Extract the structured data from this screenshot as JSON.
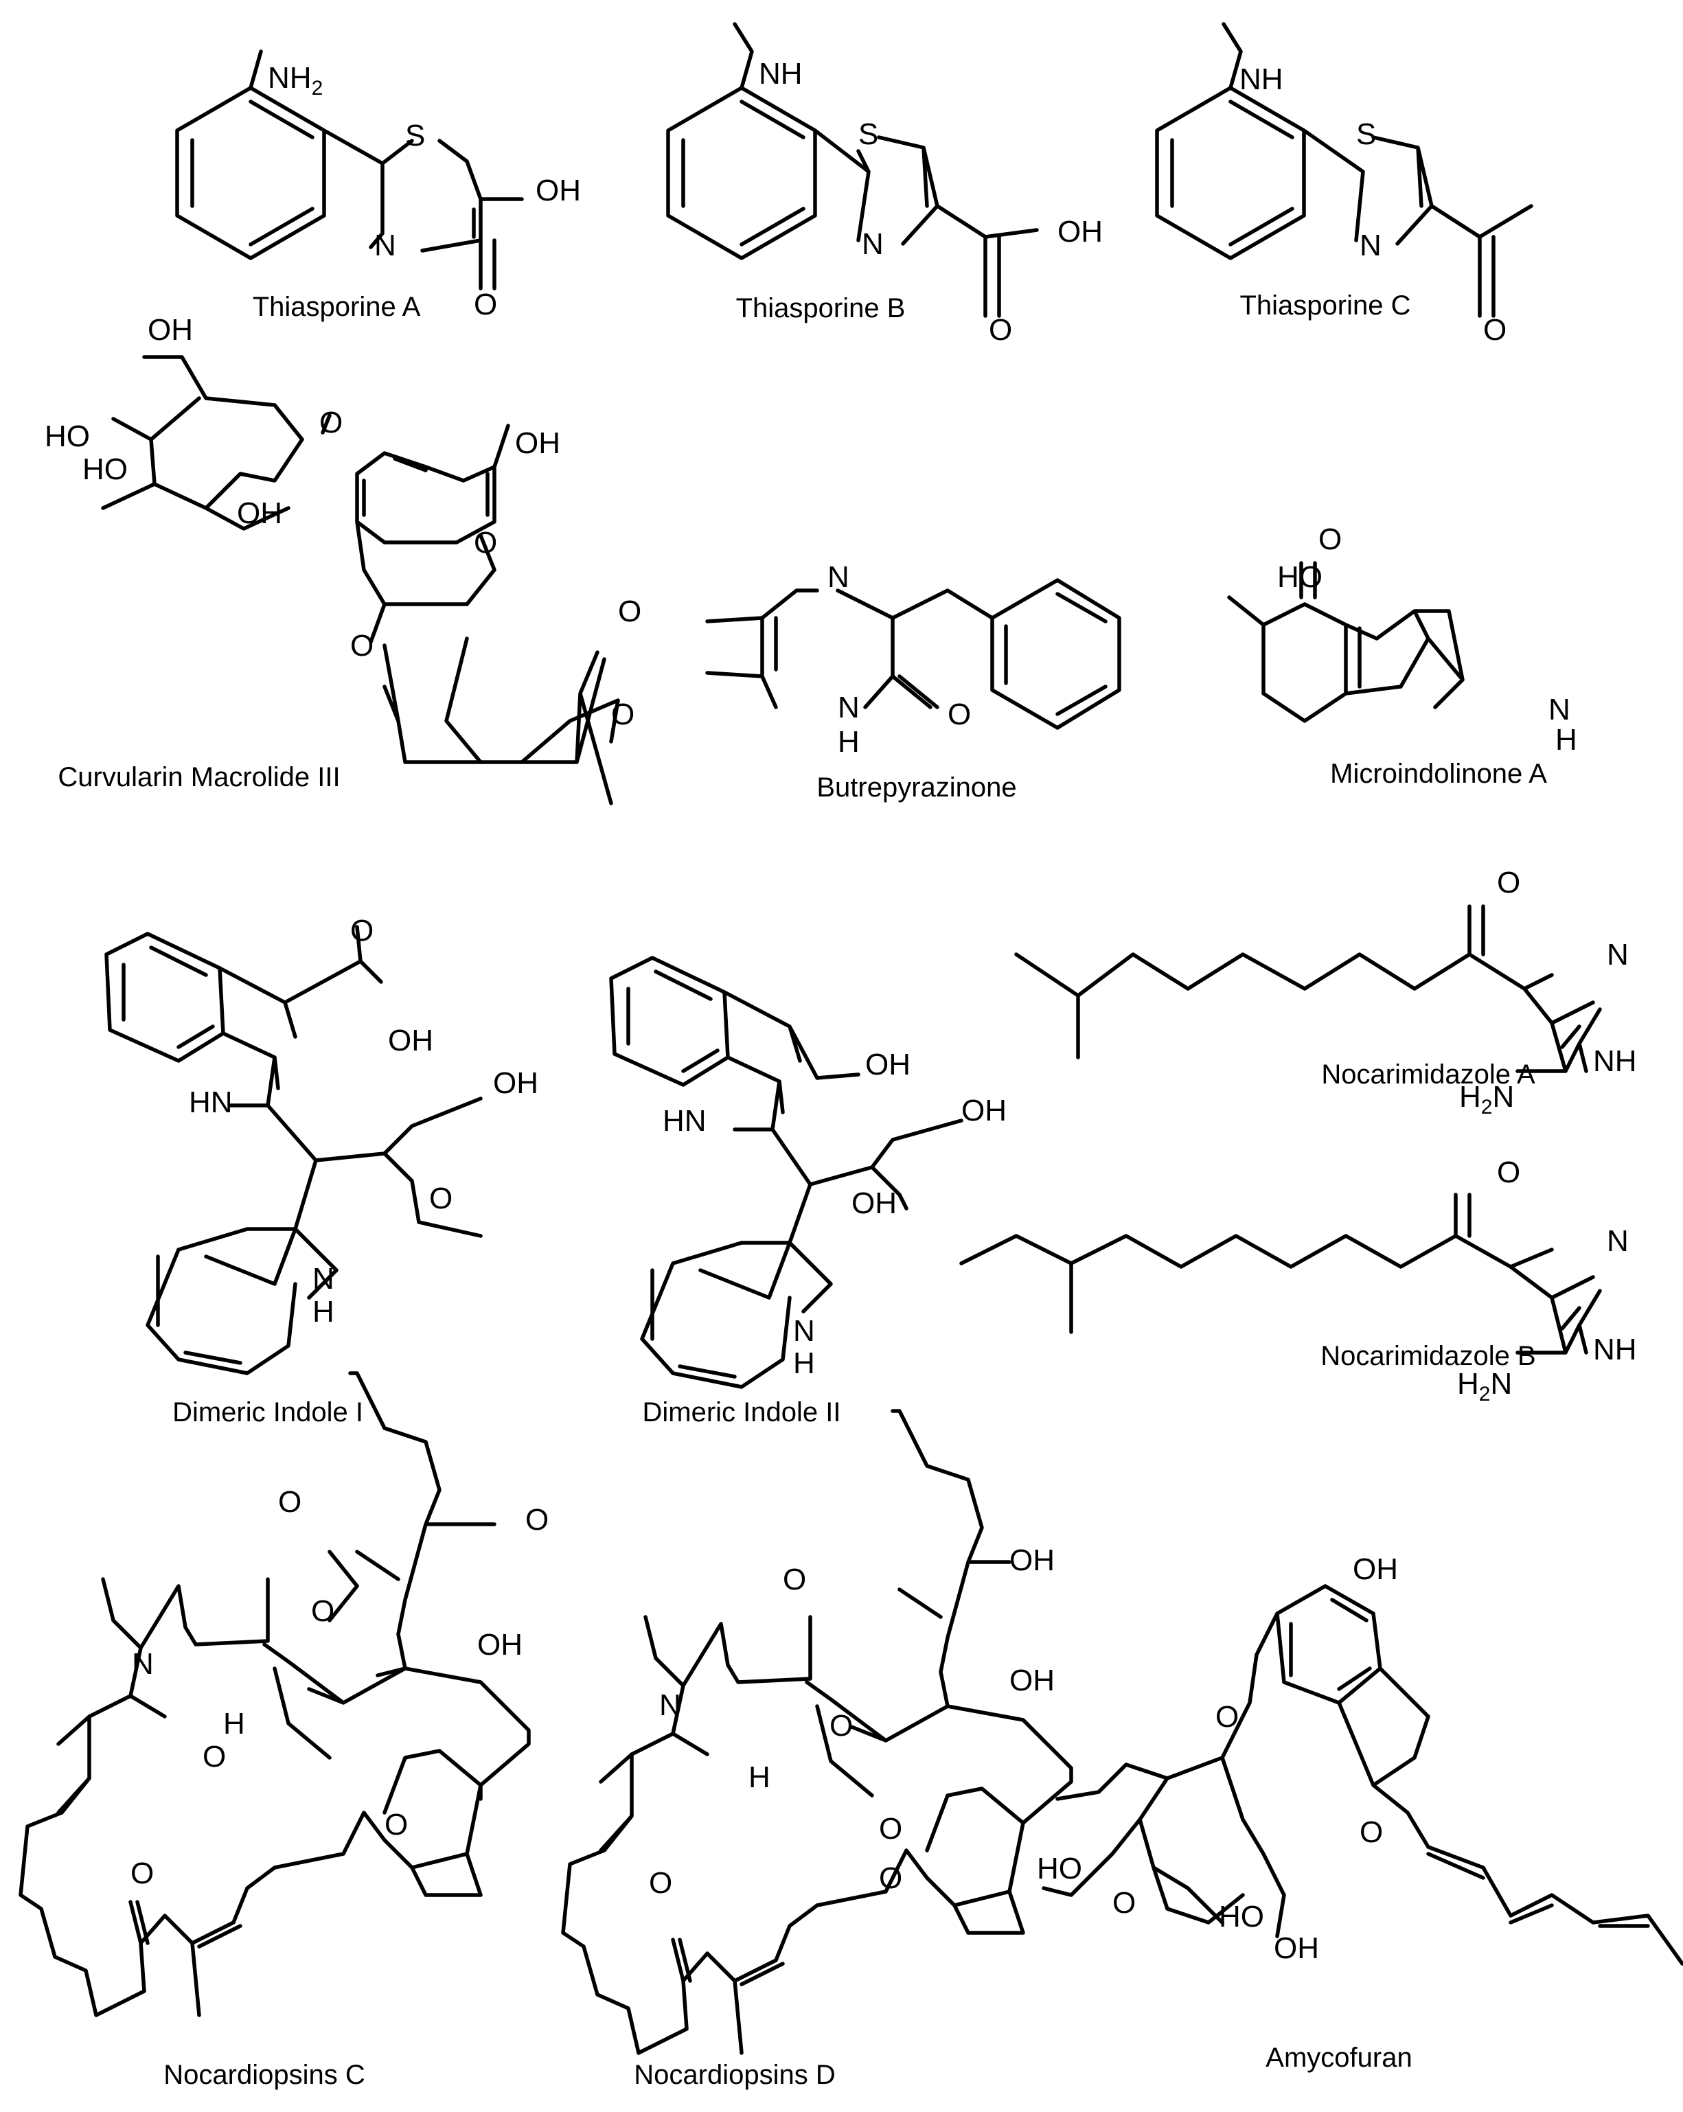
{
  "figure": {
    "compounds": [
      {
        "id": "thiasporine-a",
        "name": "Thiasporine A",
        "atoms": [
          {
            "label": "NH",
            "sub": "2"
          },
          {
            "label": "S"
          },
          {
            "label": "OH"
          },
          {
            "label": "N"
          },
          {
            "label": "O"
          }
        ]
      },
      {
        "id": "thiasporine-b",
        "name": "Thiasporine B",
        "atoms": [
          {
            "label": "NH"
          },
          {
            "label": "S"
          },
          {
            "label": "N"
          },
          {
            "label": "OH"
          },
          {
            "label": "O"
          }
        ]
      },
      {
        "id": "thiasporine-c",
        "name": "Thiasporine C",
        "atoms": [
          {
            "label": "NH"
          },
          {
            "label": "S"
          },
          {
            "label": "N"
          },
          {
            "label": "O"
          }
        ]
      },
      {
        "id": "curvularin-macrolide-iii",
        "name": "Curvularin Macrolide III",
        "atoms": [
          {
            "label": "OH"
          },
          {
            "label": "HO"
          },
          {
            "label": "HO"
          },
          {
            "label": "OH"
          },
          {
            "label": "O"
          },
          {
            "label": "O"
          },
          {
            "label": "OH"
          },
          {
            "label": "O"
          },
          {
            "label": "O"
          },
          {
            "label": "O"
          }
        ]
      },
      {
        "id": "butrepyrazinone",
        "name": "Butrepyrazinone",
        "atoms": [
          {
            "label": "N"
          },
          {
            "label": "N"
          },
          {
            "label": "H"
          },
          {
            "label": "O"
          }
        ]
      },
      {
        "id": "microindolinone-a",
        "name": "Microindolinone A",
        "atoms": [
          {
            "label": "O"
          },
          {
            "label": "HO"
          },
          {
            "label": "N"
          },
          {
            "label": "H"
          }
        ]
      },
      {
        "id": "dimeric-indole-i",
        "name": "Dimeric Indole I",
        "atoms": [
          {
            "label": "O"
          },
          {
            "label": "OH"
          },
          {
            "label": "HN"
          },
          {
            "label": "OH"
          },
          {
            "label": "O"
          },
          {
            "label": "N"
          },
          {
            "label": "H"
          }
        ]
      },
      {
        "id": "dimeric-indole-ii",
        "name": "Dimeric Indole II",
        "atoms": [
          {
            "label": "OH"
          },
          {
            "label": "HN"
          },
          {
            "label": "OH"
          },
          {
            "label": "OH"
          },
          {
            "label": "N"
          },
          {
            "label": "H"
          }
        ]
      },
      {
        "id": "nocarimidazole-a",
        "name": "Nocarimidazole A",
        "atoms": [
          {
            "label": "O"
          },
          {
            "label": "N"
          },
          {
            "label": "NH"
          },
          {
            "label": "H",
            "sub": "2",
            "tail": "N"
          }
        ]
      },
      {
        "id": "nocarimidazole-b",
        "name": "Nocarimidazole B",
        "atoms": [
          {
            "label": "O"
          },
          {
            "label": "N"
          },
          {
            "label": "NH"
          },
          {
            "label": "H",
            "sub": "2",
            "tail": "N"
          }
        ]
      },
      {
        "id": "nocardiopsins-c",
        "name": "Nocardiopsins C",
        "atoms": [
          {
            "label": "O"
          },
          {
            "label": "O"
          },
          {
            "label": "N"
          },
          {
            "label": "O"
          },
          {
            "label": "H"
          },
          {
            "label": "OH"
          },
          {
            "label": "O"
          },
          {
            "label": "O"
          },
          {
            "label": "O"
          }
        ]
      },
      {
        "id": "nocardiopsins-d",
        "name": "Nocardiopsins D",
        "atoms": [
          {
            "label": "OH"
          },
          {
            "label": "O"
          },
          {
            "label": "OH"
          },
          {
            "label": "N"
          },
          {
            "label": "O"
          },
          {
            "label": "H"
          },
          {
            "label": "O"
          },
          {
            "label": "O"
          },
          {
            "label": "O"
          }
        ]
      },
      {
        "id": "amycofuran",
        "name": "Amycofuran",
        "atoms": [
          {
            "label": "OH"
          },
          {
            "label": "O"
          },
          {
            "label": "O"
          },
          {
            "label": "O"
          },
          {
            "label": "HO"
          },
          {
            "label": "HO"
          },
          {
            "label": "OH"
          }
        ]
      }
    ]
  }
}
